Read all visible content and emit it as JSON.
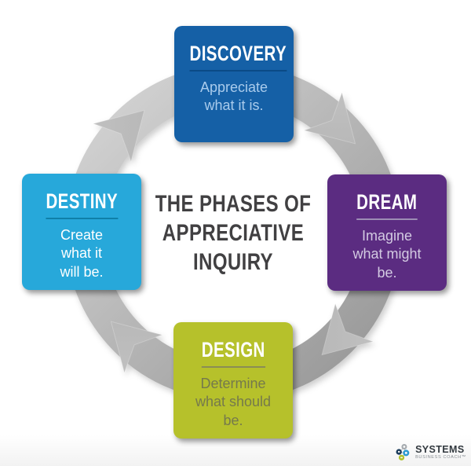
{
  "title": {
    "text": "THE PHASES OF\nAPPRECIATIVE\nINQUIRY"
  },
  "phases": [
    {
      "name": "DISCOVERY",
      "description": "Appreciate\nwhat it is.",
      "position": "top",
      "colors": {
        "background": "#1560A6",
        "title_text": "#FFFFFF",
        "underline": "#0B4A86",
        "description_text": "#A9CBEC"
      }
    },
    {
      "name": "DREAM",
      "description": "Imagine\nwhat might\nbe.",
      "position": "right",
      "colors": {
        "background": "#5B2C81",
        "title_text": "#FFFFFF",
        "underline": "#9C8DB4",
        "description_text": "#D3CAE2"
      }
    },
    {
      "name": "DESIGN",
      "description": "Determine\nwhat should\nbe.",
      "position": "bottom",
      "colors": {
        "background": "#B6C12B",
        "title_text": "#FFFFFF",
        "underline": "#8A8D55",
        "description_text": "#75794C"
      }
    },
    {
      "name": "DESTINY",
      "description": "Create\nwhat it\nwill be.",
      "position": "left",
      "colors": {
        "background": "#27A8DA",
        "title_text": "#FFFFFF",
        "underline": "#0F80A9",
        "description_text": "#FFFFFF"
      }
    }
  ],
  "cycle": {
    "direction": "clockwise",
    "arrow_count": 4,
    "colors": {
      "ring_light": "#D8D8D8",
      "ring_dark": "#939393",
      "arrow_light": "#CCCCCC",
      "arrow_dark": "#8A8A8A"
    }
  },
  "branding": {
    "name": "SYSTEMS",
    "tagline": "BUSINESS COACH™",
    "colors": {
      "name_text": "#333A40",
      "tagline_text": "#8E9499",
      "icon_gray": "#A8ADB2",
      "icon_navy": "#1C3E5E",
      "icon_blue": "#2D9FD8",
      "icon_lime": "#B7C92F"
    }
  },
  "colors": {
    "background": "#FFFFFF",
    "title_text": "#414042"
  }
}
